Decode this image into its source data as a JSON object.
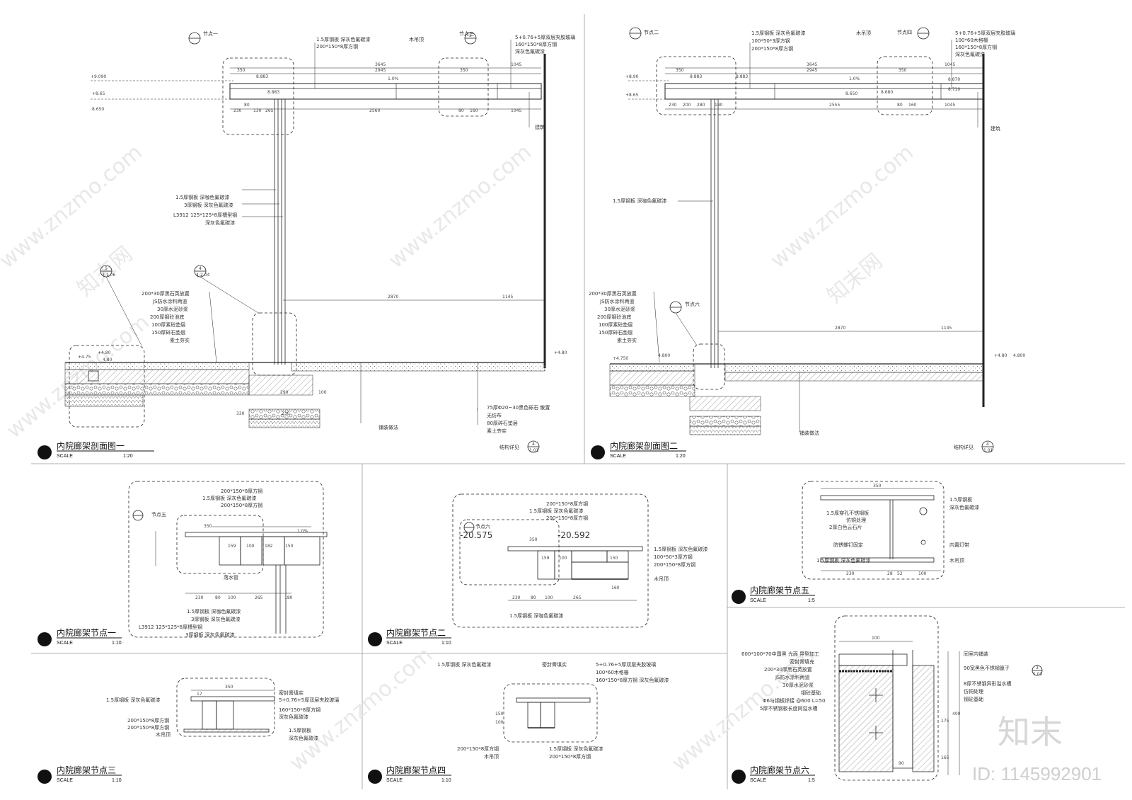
{
  "drawings": [
    {
      "title": "内院廊架剖面图一",
      "scale_label": "SCALE",
      "scale": "1:20",
      "ref_note": "结构详见",
      "ref_num": "4",
      "ref_sheet": "1.01"
    },
    {
      "title": "内院廊架剖面图二",
      "scale_label": "SCALE",
      "scale": "1:20",
      "ref_note": "结构详见",
      "ref_num": "4",
      "ref_sheet": "1.01"
    },
    {
      "title": "内院廊架节点一",
      "scale_label": "SCALE",
      "scale": "1:10"
    },
    {
      "title": "内院廊架节点二",
      "scale_label": "SCALE",
      "scale": "1:10"
    },
    {
      "title": "内院廊架节点五",
      "scale_label": "SCALE",
      "scale": "1:5"
    },
    {
      "title": "内院廊架节点三",
      "scale_label": "SCALE",
      "scale": "1:10"
    },
    {
      "title": "内院廊架节点四",
      "scale_label": "SCALE",
      "scale": "1:10"
    },
    {
      "title": "内院廊架节点六",
      "scale_label": "SCALE",
      "scale": "1:5"
    }
  ],
  "section1": {
    "node1": "节点一",
    "node3": "节点三",
    "node3_num": "3",
    "top_notes": [
      "1.5厚钢板 深灰色氟碳漆",
      "200*150*8厚方钢"
    ],
    "wood": "木吊顶",
    "glass_notes": [
      "5+0.76+5厚双层夹胶玻璃",
      "160*150*8厚方钢",
      "深灰色氟碳漆"
    ],
    "dims_top": [
      "3645",
      "2945",
      "350",
      "350",
      "1045"
    ],
    "slope": "1.0%",
    "elev": [
      "+9.090",
      "+8.65",
      "8.650",
      "8.883",
      "8.883"
    ],
    "dims_low": [
      "230",
      "80",
      "130",
      "265",
      "2560",
      "80",
      "160",
      "1045"
    ],
    "building": "建筑",
    "col_notes": [
      "1.5厚钢板 深咖色氟碳漆",
      "3厚钢板 深灰色氟碳漆",
      "L3912 125*125*8厚槽型钢",
      "深灰色氟碳漆"
    ],
    "layers": [
      "200*30厚黑石英放置",
      "JS防水涂料两道",
      "30厚水泥砂浆",
      "200厚钢砼池底",
      "100厚素砼垫层",
      "150厚碎石垫层",
      "素土夯实"
    ],
    "span": [
      "2870",
      "1145"
    ],
    "ground": [
      "+4.80",
      "+4.75",
      "4.80",
      "+4.80"
    ],
    "bottom_notes": [
      "75厚Φ20~30黑色砾石 散置",
      "无纺布",
      "80厚碎石垫层",
      "素土夯实"
    ],
    "paving": "铺装做法",
    "small_dims": [
      "100",
      "330",
      "290",
      "230"
    ],
    "ref_a": [
      "5",
      "3-1.06"
    ],
    "ref_b": [
      "4",
      "4-2.04"
    ]
  },
  "section2": {
    "node2": "节点二",
    "node4": "节点四",
    "node6": "节点六",
    "top_notes": [
      "1.5厚钢板 深灰色氟碳漆",
      "100*50*3厚方钢",
      "200*150*8厚方钢"
    ],
    "wood": "木吊顶",
    "glass_notes": [
      "5+0.76+5厚双层夹胶玻璃",
      "100*60木格栅",
      "160*150*8厚方钢",
      "深灰色氟碳漆"
    ],
    "dims_top": [
      "3645",
      "2945",
      "350",
      "350",
      "1045"
    ],
    "slope": "1.0%",
    "elev": [
      "+8.90",
      "+8.65",
      "8.883",
      "8.883",
      "8.870",
      "8.710",
      "8.650",
      "8.680"
    ],
    "dims_low": [
      "230",
      "200",
      "280",
      "180",
      "2555",
      "80",
      "160",
      "1045"
    ],
    "building": "建筑",
    "col_note": "1.5厚钢板 深咖色氟碳漆",
    "layers": [
      "200*30厚黑石英放置",
      "JS防水涂料两道",
      "30厚水泥砂浆",
      "200厚钢砼池底",
      "100厚素砼垫层",
      "150厚碎石垫层",
      "素土夯实"
    ],
    "span": [
      "2870",
      "1145"
    ],
    "ground": [
      "+4.750",
      "4.800",
      "+4.80",
      "4.800"
    ],
    "paving": "铺装做法"
  },
  "node1": {
    "node": "节点五",
    "notes": [
      "200*150*8厚方钢",
      "1.5厚钢板 深灰色氟碳漆",
      "200*150*8厚方钢"
    ],
    "slope": "1.0%",
    "dims": [
      "350",
      "159",
      "100",
      "182",
      "150",
      "230",
      "80",
      "100",
      "265",
      "180"
    ],
    "drain": "落水管",
    "bottom": [
      "1.5厚钢板 深咖色氟碳漆",
      "3厚钢板 深灰色氟碳漆",
      "L3912 125*125*8厚槽型钢",
      "3厚钢板 深灰色氟碳漆"
    ]
  },
  "node2": {
    "node": "节点六",
    "elev": [
      "-20.575",
      "-20.592"
    ],
    "notes": [
      "200*150*8厚方钢",
      "1.5厚钢板 深灰色氟碳漆",
      "200*150*8厚方钢"
    ],
    "right": [
      "1.5厚钢板 深灰色氟碳漆",
      "100*50*3厚方钢",
      "200*150*8厚方钢",
      "木吊顶"
    ],
    "dims": [
      "350",
      "159",
      "100",
      "150",
      "230",
      "80",
      "100",
      "265",
      "160"
    ],
    "bottom": "1.5厚钢板 深咖色氟碳漆"
  },
  "node5": {
    "top": "350",
    "notes": [
      "1.5厚钢板",
      "深灰色氟碳漆",
      "1.5厚穿孔不锈钢板",
      "仿铜处理",
      "2厚白色云石片",
      "防锈螺钉固定",
      "内置灯带",
      "1.5厚钢板 深灰色氟碳漆",
      "木吊顶"
    ],
    "dims": [
      "230",
      "28",
      "52",
      "100"
    ]
  },
  "node3": {
    "dims": [
      "350",
      "17"
    ],
    "notes": [
      "1.5厚钢板 深灰色氟碳漆",
      "密封膏填实",
      "5+0.76+5厚双层夹胶玻璃",
      "160*150*8厚方钢",
      "深灰色氟碳漆",
      "200*150*8厚方钢",
      "200*150*8厚方钢",
      "木吊顶",
      "1.5厚钢板",
      "深灰色氟碳漆"
    ]
  },
  "node4": {
    "notes": [
      "1.5厚钢板 深灰色氟碳漆",
      "密封膏填实",
      "5+0.76+5厚双层夹胶玻璃",
      "100*60木格栅",
      "160*150*8厚方钢 深灰色氟碳漆",
      "200*150*8厚方钢",
      "木吊顶",
      "1.5厚钢板 深灰色氟碳漆",
      "200*150*8厚方钢"
    ],
    "dims": [
      "150",
      "100"
    ]
  },
  "node6": {
    "notes": [
      "600*100*70中国黑 光面 异型加工",
      "密封膏填充",
      "200*30厚黑石英放置",
      "JS防水涂料两道",
      "30厚水泥砂浆",
      "钢砼基础",
      "Φ6与钢板焊接 @600 L=50",
      "5厚不锈钢板长度同溢水槽",
      "同室内铺装",
      "90宽黑色不锈钢篦子",
      "8厚不锈钢异形溢水槽",
      "仿铜处理",
      "钢砼基础"
    ],
    "dims": [
      "100",
      "90",
      "400",
      "175",
      "165"
    ],
    "ref": [
      "3",
      "1.03"
    ]
  },
  "watermark": {
    "site": "www.znzmo.com",
    "brand": "知末网",
    "logo": "知末",
    "id": "ID: 1145992901"
  }
}
